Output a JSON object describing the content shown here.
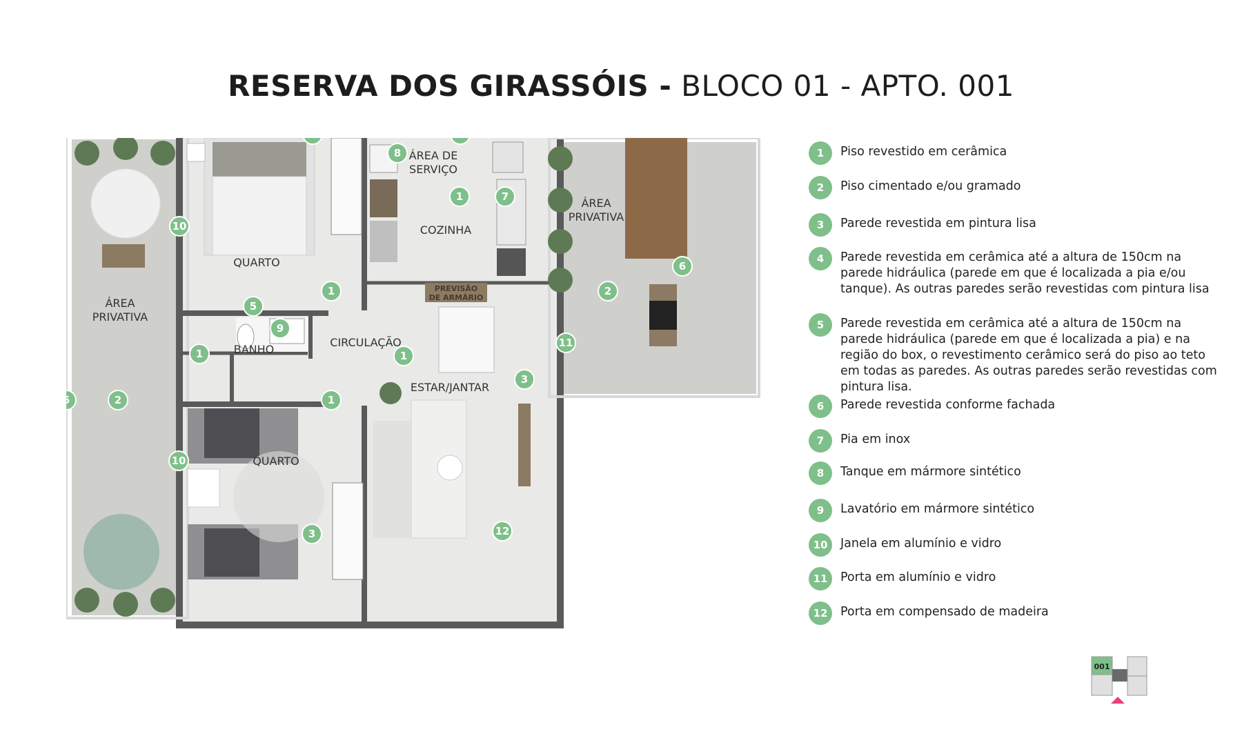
{
  "title": {
    "bold": "RESERVA DOS GIRASSÓIS -",
    "light": "BLOCO 01 - APTO. 001"
  },
  "rooms": {
    "area_privativa_left": [
      "ÁREA",
      "PRIVATIVA"
    ],
    "area_privativa_right": [
      "ÁREA",
      "PRIVATIVA"
    ],
    "quarto_top": "QUARTO",
    "quarto_bottom": "QUARTO",
    "banho": "BANHO",
    "circulacao": "CIRCULAÇÃO",
    "area_servico": [
      "ÁREA DE",
      "SERVIÇO"
    ],
    "cozinha": "COZINHA",
    "estar_jantar": "ESTAR/JANTAR",
    "previsao_armario": [
      "PREVISÃO",
      "DE ARMÁRIO"
    ]
  },
  "legend": [
    {
      "num": "1",
      "text": "Piso revestido em cerâmica"
    },
    {
      "num": "2",
      "text": "Piso cimentado e/ou gramado"
    },
    {
      "num": "3",
      "text": "Parede revestida em pintura lisa"
    },
    {
      "num": "4",
      "text": "Parede revestida em cerâmica até a altura de 150cm na parede hidráulica (parede em que é localizada a pia e/ou tanque). As outras paredes serão revestidas com pintura lisa"
    },
    {
      "num": "5",
      "text": "Parede revestida em cerâmica até a altura de 150cm na parede hidráulica (parede em que é localizada a pia) e na região do box, o revestimento cerâmico será do piso ao teto em todas as paredes. As outras paredes serão revestidas com pintura lisa."
    },
    {
      "num": "6",
      "text": "Parede revestida conforme fachada"
    },
    {
      "num": "7",
      "text": "Pia em inox"
    },
    {
      "num": "8",
      "text": "Tanque em mármore sintético"
    },
    {
      "num": "9",
      "text": "Lavatório em mármore sintético"
    },
    {
      "num": "10",
      "text": "Janela em alumínio e vidro"
    },
    {
      "num": "11",
      "text": "Porta em alumínio e vidro"
    },
    {
      "num": "12",
      "text": "Porta em compensado de madeira"
    }
  ],
  "keyplan": {
    "unit_label": "001",
    "highlight_color": "#7fbf8a",
    "marker_color": "#e8407a"
  },
  "colors": {
    "badge": "#7fbf8a",
    "wall": "#5a5a5a",
    "floor": "#e8e8e6",
    "garden": "#cfcfcb"
  }
}
